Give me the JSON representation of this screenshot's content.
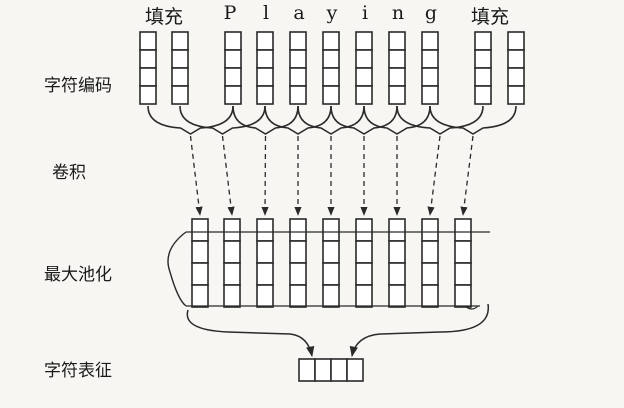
{
  "labels": {
    "char_encoding": "字符编码",
    "convolution": "卷积",
    "max_pooling": "最大池化",
    "char_representation": "字符表征"
  },
  "tokens": [
    "填充",
    "P",
    "l",
    "a",
    "y",
    "i",
    "n",
    "g",
    "填充"
  ],
  "colors": {
    "line": "#2a2a2a",
    "cell_fill": "#ffffff",
    "background": "#f7f6f3"
  }
}
